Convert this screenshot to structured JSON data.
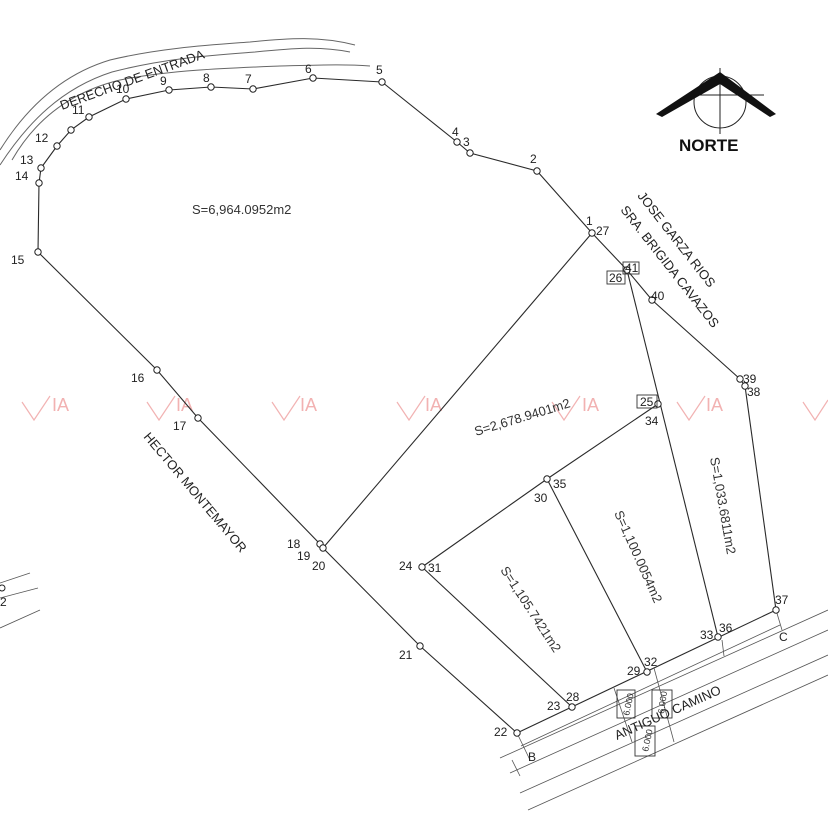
{
  "north": {
    "label": "NORTE"
  },
  "street_labels": {
    "derecho": "DERECHO DE ENTRADA",
    "jose": "JOSE GARZA RIOS",
    "brigida": "SRA. BRIGIDA CAVAZOS",
    "hector": "HECTOR MONTEMAYOR",
    "antiguo": "ANTIGUO CAMINO"
  },
  "areas": {
    "a1": "S=6,964.0952m2",
    "a2": "S=2,678.9401m2",
    "a3": "S=1,033.6811m2",
    "a4": "S=1,100.0054m2",
    "a5": "S=1,105.7421m2"
  },
  "watermark": {
    "text": "IA"
  },
  "points": {
    "p1": "1",
    "p2": "2",
    "p3": "3",
    "p4": "4",
    "p5": "5",
    "p6": "6",
    "p7": "7",
    "p8": "8",
    "p9": "9",
    "p10": "10",
    "p11": "11",
    "p12": "12",
    "p13": "13",
    "p14": "14",
    "p15": "15",
    "p16": "16",
    "p17": "17",
    "p18": "18",
    "p19": "19",
    "p20": "20",
    "p21": "21",
    "p22": "22",
    "p23": "23",
    "p24": "24",
    "p25": "25",
    "p26": "26",
    "p27": "27",
    "p28": "28",
    "p29": "29",
    "p30": "30",
    "p31": "31",
    "p32": "32",
    "p33": "33",
    "p34": "34",
    "p35": "35",
    "p36": "36",
    "p37": "37",
    "p38": "38",
    "p39": "39",
    "p40": "40",
    "p41": "41",
    "pB": "B",
    "pC": "C",
    "pEdge": "2"
  },
  "dims": {
    "d1": "6.000",
    "d2": "6.000",
    "d3": "6.000"
  }
}
